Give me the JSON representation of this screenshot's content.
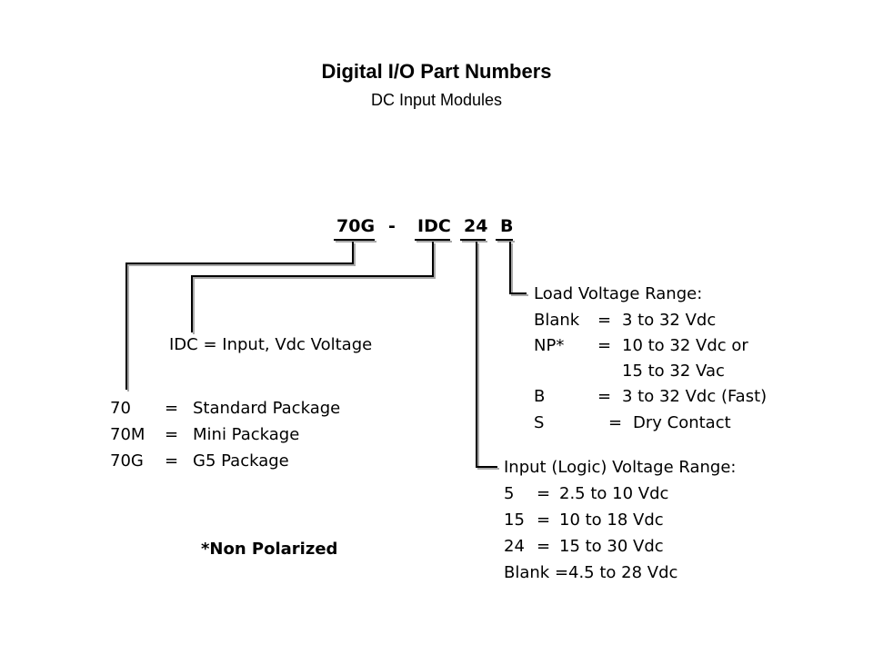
{
  "header": {
    "title": "Digital I/O Part Numbers",
    "subtitle": "DC Input Modules"
  },
  "part_number": {
    "segments": [
      "70G",
      "-",
      "IDC",
      "24",
      "B"
    ]
  },
  "package": {
    "rows": [
      {
        "code": "70",
        "eq": "=",
        "desc": "Standard Package"
      },
      {
        "code": "70M",
        "eq": "=",
        "desc": "Mini Package"
      },
      {
        "code": "70G",
        "eq": "=",
        "desc": "G5 Package"
      }
    ]
  },
  "io_type": {
    "text": "IDC = Input, Vdc Voltage"
  },
  "load_voltage": {
    "heading": "Load Voltage Range:",
    "rows": [
      {
        "code": "Blank",
        "eq": "=",
        "desc": "3 to 32 Vdc"
      },
      {
        "code": "NP*",
        "eq": "=",
        "desc": "10 to 32 Vdc or"
      },
      {
        "code": "",
        "eq": "",
        "desc": "15 to 32 Vac"
      },
      {
        "code": "B",
        "eq": "=",
        "desc": "3 to 32 Vdc (Fast)"
      },
      {
        "code": "S",
        "eq": "=",
        "desc": "Dry Contact"
      }
    ]
  },
  "input_voltage": {
    "heading": "Input (Logic) Voltage Range:",
    "rows": [
      {
        "code": "5",
        "eq": "=",
        "desc": "2.5 to 10 Vdc"
      },
      {
        "code": "15",
        "eq": "=",
        "desc": "10 to 18 Vdc"
      },
      {
        "code": "24",
        "eq": "=",
        "desc": "15 to 30 Vdc"
      },
      {
        "code": "Blank",
        "eq": "=",
        "desc": "4.5 to 28 Vdc"
      }
    ]
  },
  "footnote": "*Non Polarized",
  "colors": {
    "line": "#000000",
    "shadow": "#a8a8a8",
    "background": "#ffffff"
  }
}
